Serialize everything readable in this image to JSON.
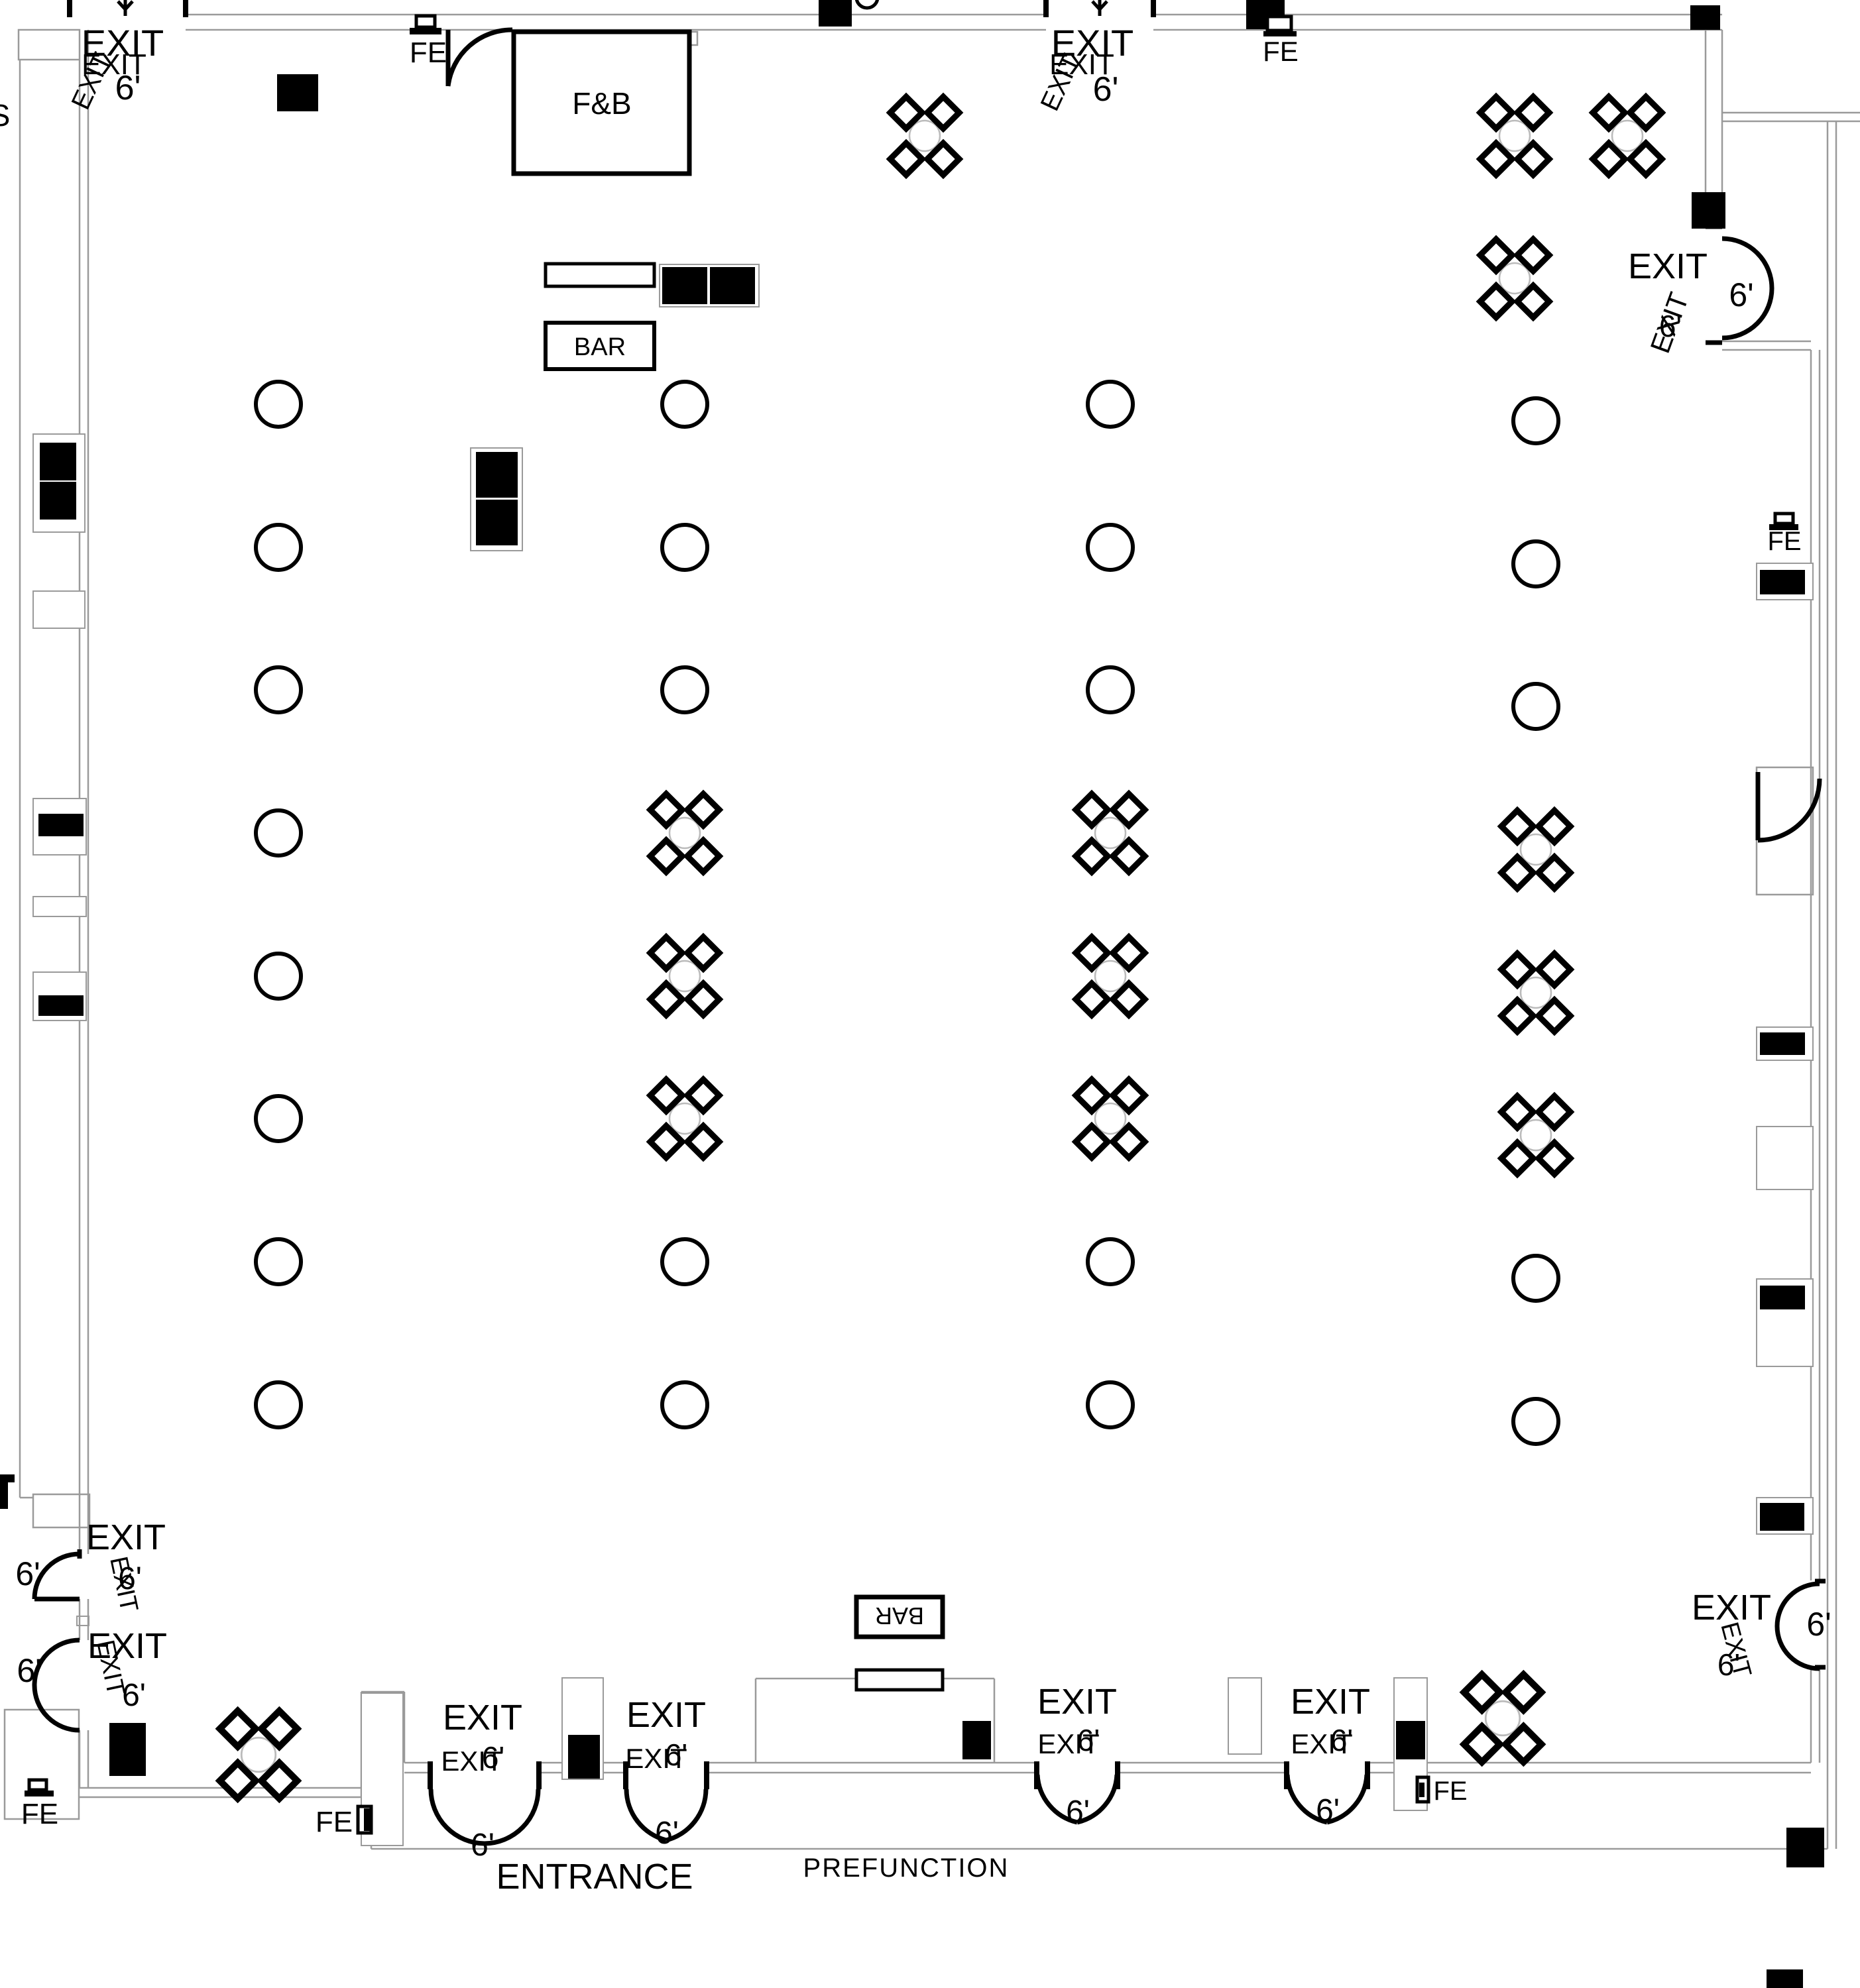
{
  "floor_plan": {
    "areas": {
      "fnb": "F&B",
      "bar_top": "BAR",
      "bar_bottom": "BAR",
      "entrance": "ENTRANCE",
      "prefunction": "PREFUNCTION"
    },
    "stray_edge_text": "S",
    "exits": [
      {
        "id": "top-left",
        "label": "EXIT",
        "clearance": "6'"
      },
      {
        "id": "top-center",
        "label": "EXIT",
        "clearance": "6'"
      },
      {
        "id": "right-top",
        "label": "EXIT",
        "clearance": "6'"
      },
      {
        "id": "left-upper",
        "label": "EXIT",
        "clearance": "6'"
      },
      {
        "id": "left-lower",
        "label": "EXIT",
        "clearance": "6'"
      },
      {
        "id": "entrance-left",
        "label": "EXIT",
        "clearance": "6'"
      },
      {
        "id": "entrance-right",
        "label": "EXIT",
        "clearance": "6'"
      },
      {
        "id": "bottom-right-1",
        "label": "EXIT",
        "clearance": "6'"
      },
      {
        "id": "bottom-right-2",
        "label": "EXIT",
        "clearance": "6'"
      },
      {
        "id": "right-bottom",
        "label": "EXIT",
        "clearance": "6'"
      }
    ],
    "fire_extinguishers": [
      {
        "id": "top-left",
        "label": "FE"
      },
      {
        "id": "top-center",
        "label": "FE"
      },
      {
        "id": "right-wall",
        "label": "FE"
      },
      {
        "id": "bottom-left-corner",
        "label": "FE"
      },
      {
        "id": "bottom-left-inner",
        "label": "FE"
      },
      {
        "id": "bottom-right-inner",
        "label": "FE"
      }
    ],
    "furniture_summary": {
      "round_tables": 23,
      "cocktail_tables_with_4_chairs": 15
    }
  }
}
